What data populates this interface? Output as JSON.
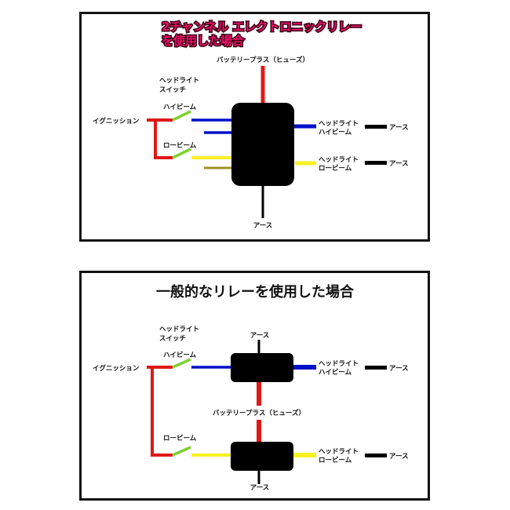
{
  "panel1": {
    "title_line1": "2チャンネル エレクトロニックリレー",
    "title_line2": "を使用した場合",
    "battery": "バッテリープラス（ヒューズ）",
    "switch_line1": "ヘッドライト",
    "switch_line2": "スイッチ",
    "high_beam": "ハイビーム",
    "low_beam": "ロービーム",
    "ignition": "イグニッション",
    "out_high_line1": "ヘッドライト",
    "out_high_line2": "ハイビーム",
    "out_low_line1": "ヘッドライト",
    "out_low_line2": "ロービーム",
    "ground_high": "アース",
    "ground_low": "アース",
    "ground_bottom": "アース"
  },
  "panel2": {
    "title": "一般的なリレーを使用した場合",
    "battery": "バッテリープラス（ヒューズ）",
    "switch_line1": "ヘッドライト",
    "switch_line2": "スイッチ",
    "high_beam": "ハイビーム",
    "low_beam": "ロービーム",
    "ignition": "イグニッション",
    "out_high_line1": "ヘッドライト",
    "out_high_line2": "ハイビーム",
    "out_low_line1": "ヘッドライト",
    "out_low_line2": "ロービーム",
    "ground_high": "アース",
    "ground_low": "アース",
    "ground_top": "アース",
    "ground_bottom": "アース"
  },
  "colors": {
    "power": "#e01818",
    "high": "#0010c8",
    "low": "#f8f020",
    "low_alt": "#a09020",
    "switch": "#80d030",
    "ground": "#000000",
    "title_accent": "#e8106a"
  }
}
